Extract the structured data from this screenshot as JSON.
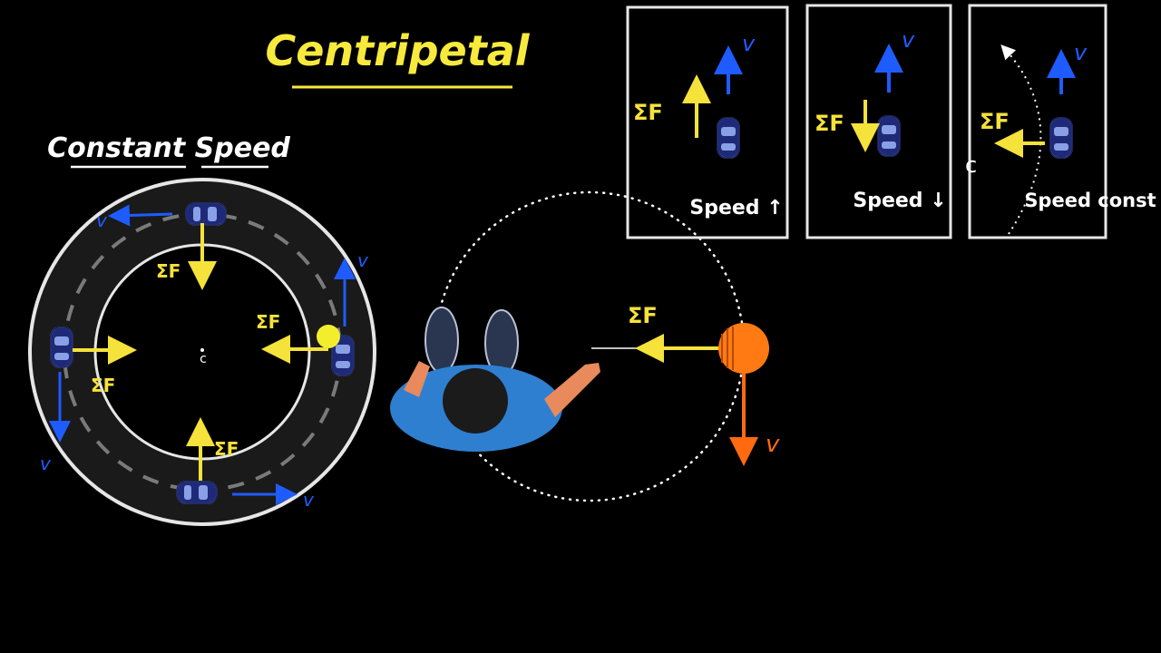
{
  "title": "Centripetal",
  "subtitle": "Constant Speed",
  "labels": {
    "force": "ΣF",
    "velocity": "v",
    "center": "c"
  },
  "panels": [
    {
      "caption": "Speed ↑"
    },
    {
      "caption": "Speed ↓"
    },
    {
      "caption": "Speed const"
    }
  ],
  "colors": {
    "background": "#000000",
    "force": "#f5e23a",
    "velocity": "#1f5cff",
    "ball_velocity": "#ff6a10",
    "text_white": "#ffffff",
    "title_yellow": "#f7ea3c",
    "car_body": "#1e2a78",
    "ball": "#ff7a12",
    "shirt": "#2f7fd0",
    "skin": "#e88a5c"
  },
  "icons": [
    "car-icon",
    "person-icon",
    "ball-icon"
  ]
}
